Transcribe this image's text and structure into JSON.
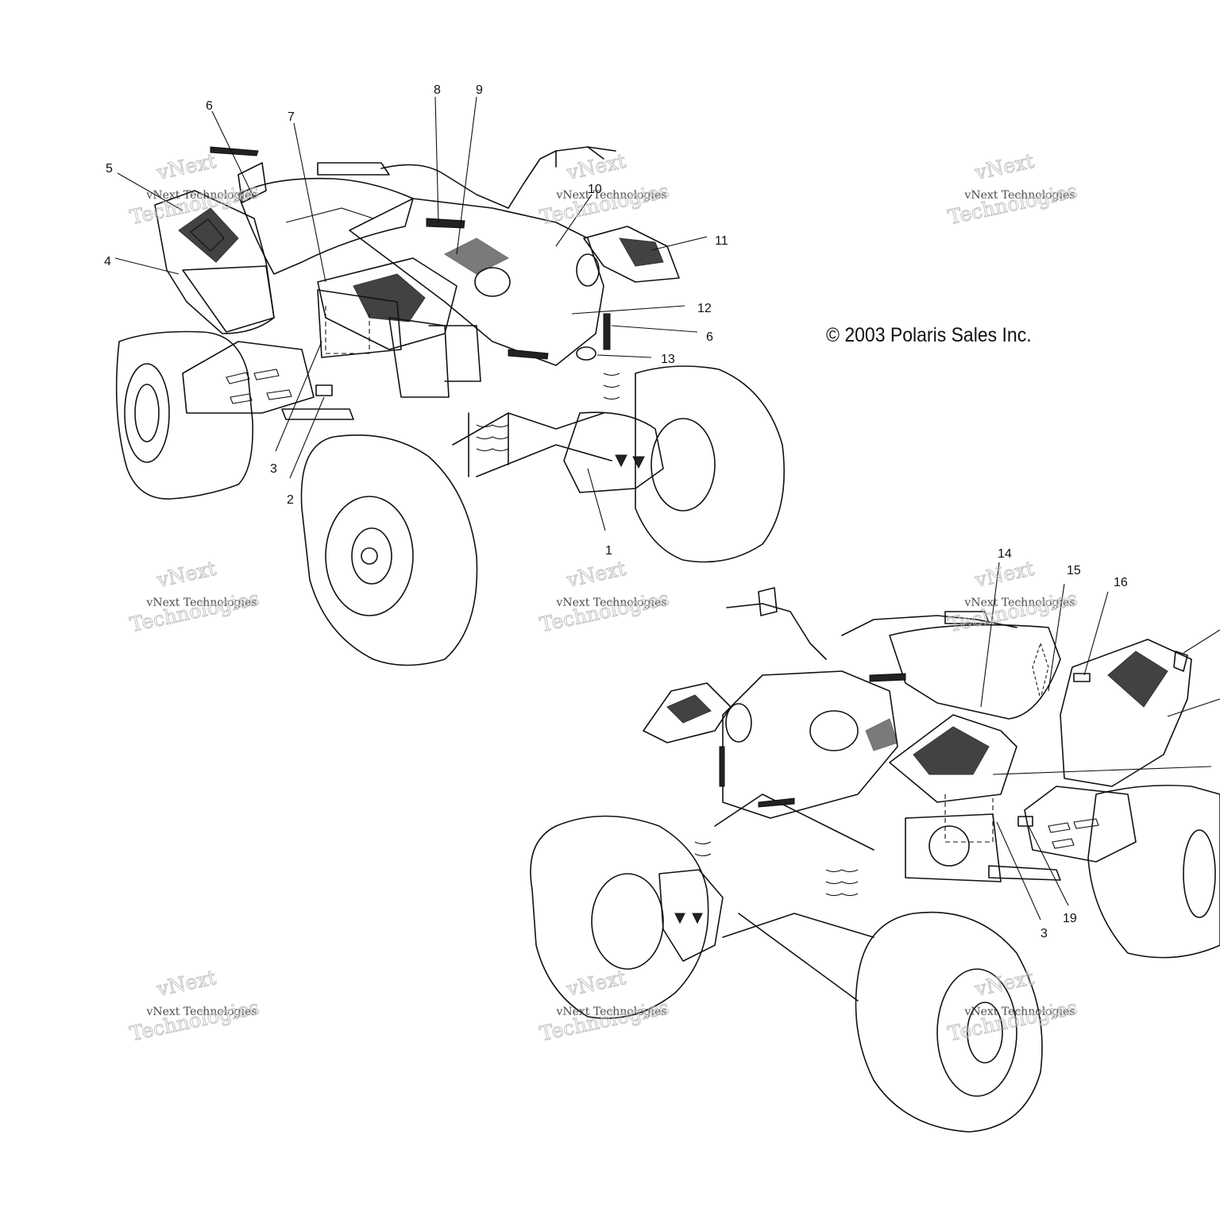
{
  "copyright": "© 2003 Polaris Sales Inc.",
  "watermark": {
    "line1": "vNext Technologies",
    "line2": "vNext",
    "line3": "Technologies"
  },
  "callouts": {
    "c1": "1",
    "c2": "2",
    "c3a": "3",
    "c3b": "3",
    "c4": "4",
    "c5": "5",
    "c6a": "6",
    "c6b": "6",
    "c7": "7",
    "c8": "8",
    "c9": "9",
    "c10": "10",
    "c11": "11",
    "c12": "12",
    "c13": "13",
    "c14": "14",
    "c15": "15",
    "c16": "16",
    "c19": "19"
  }
}
